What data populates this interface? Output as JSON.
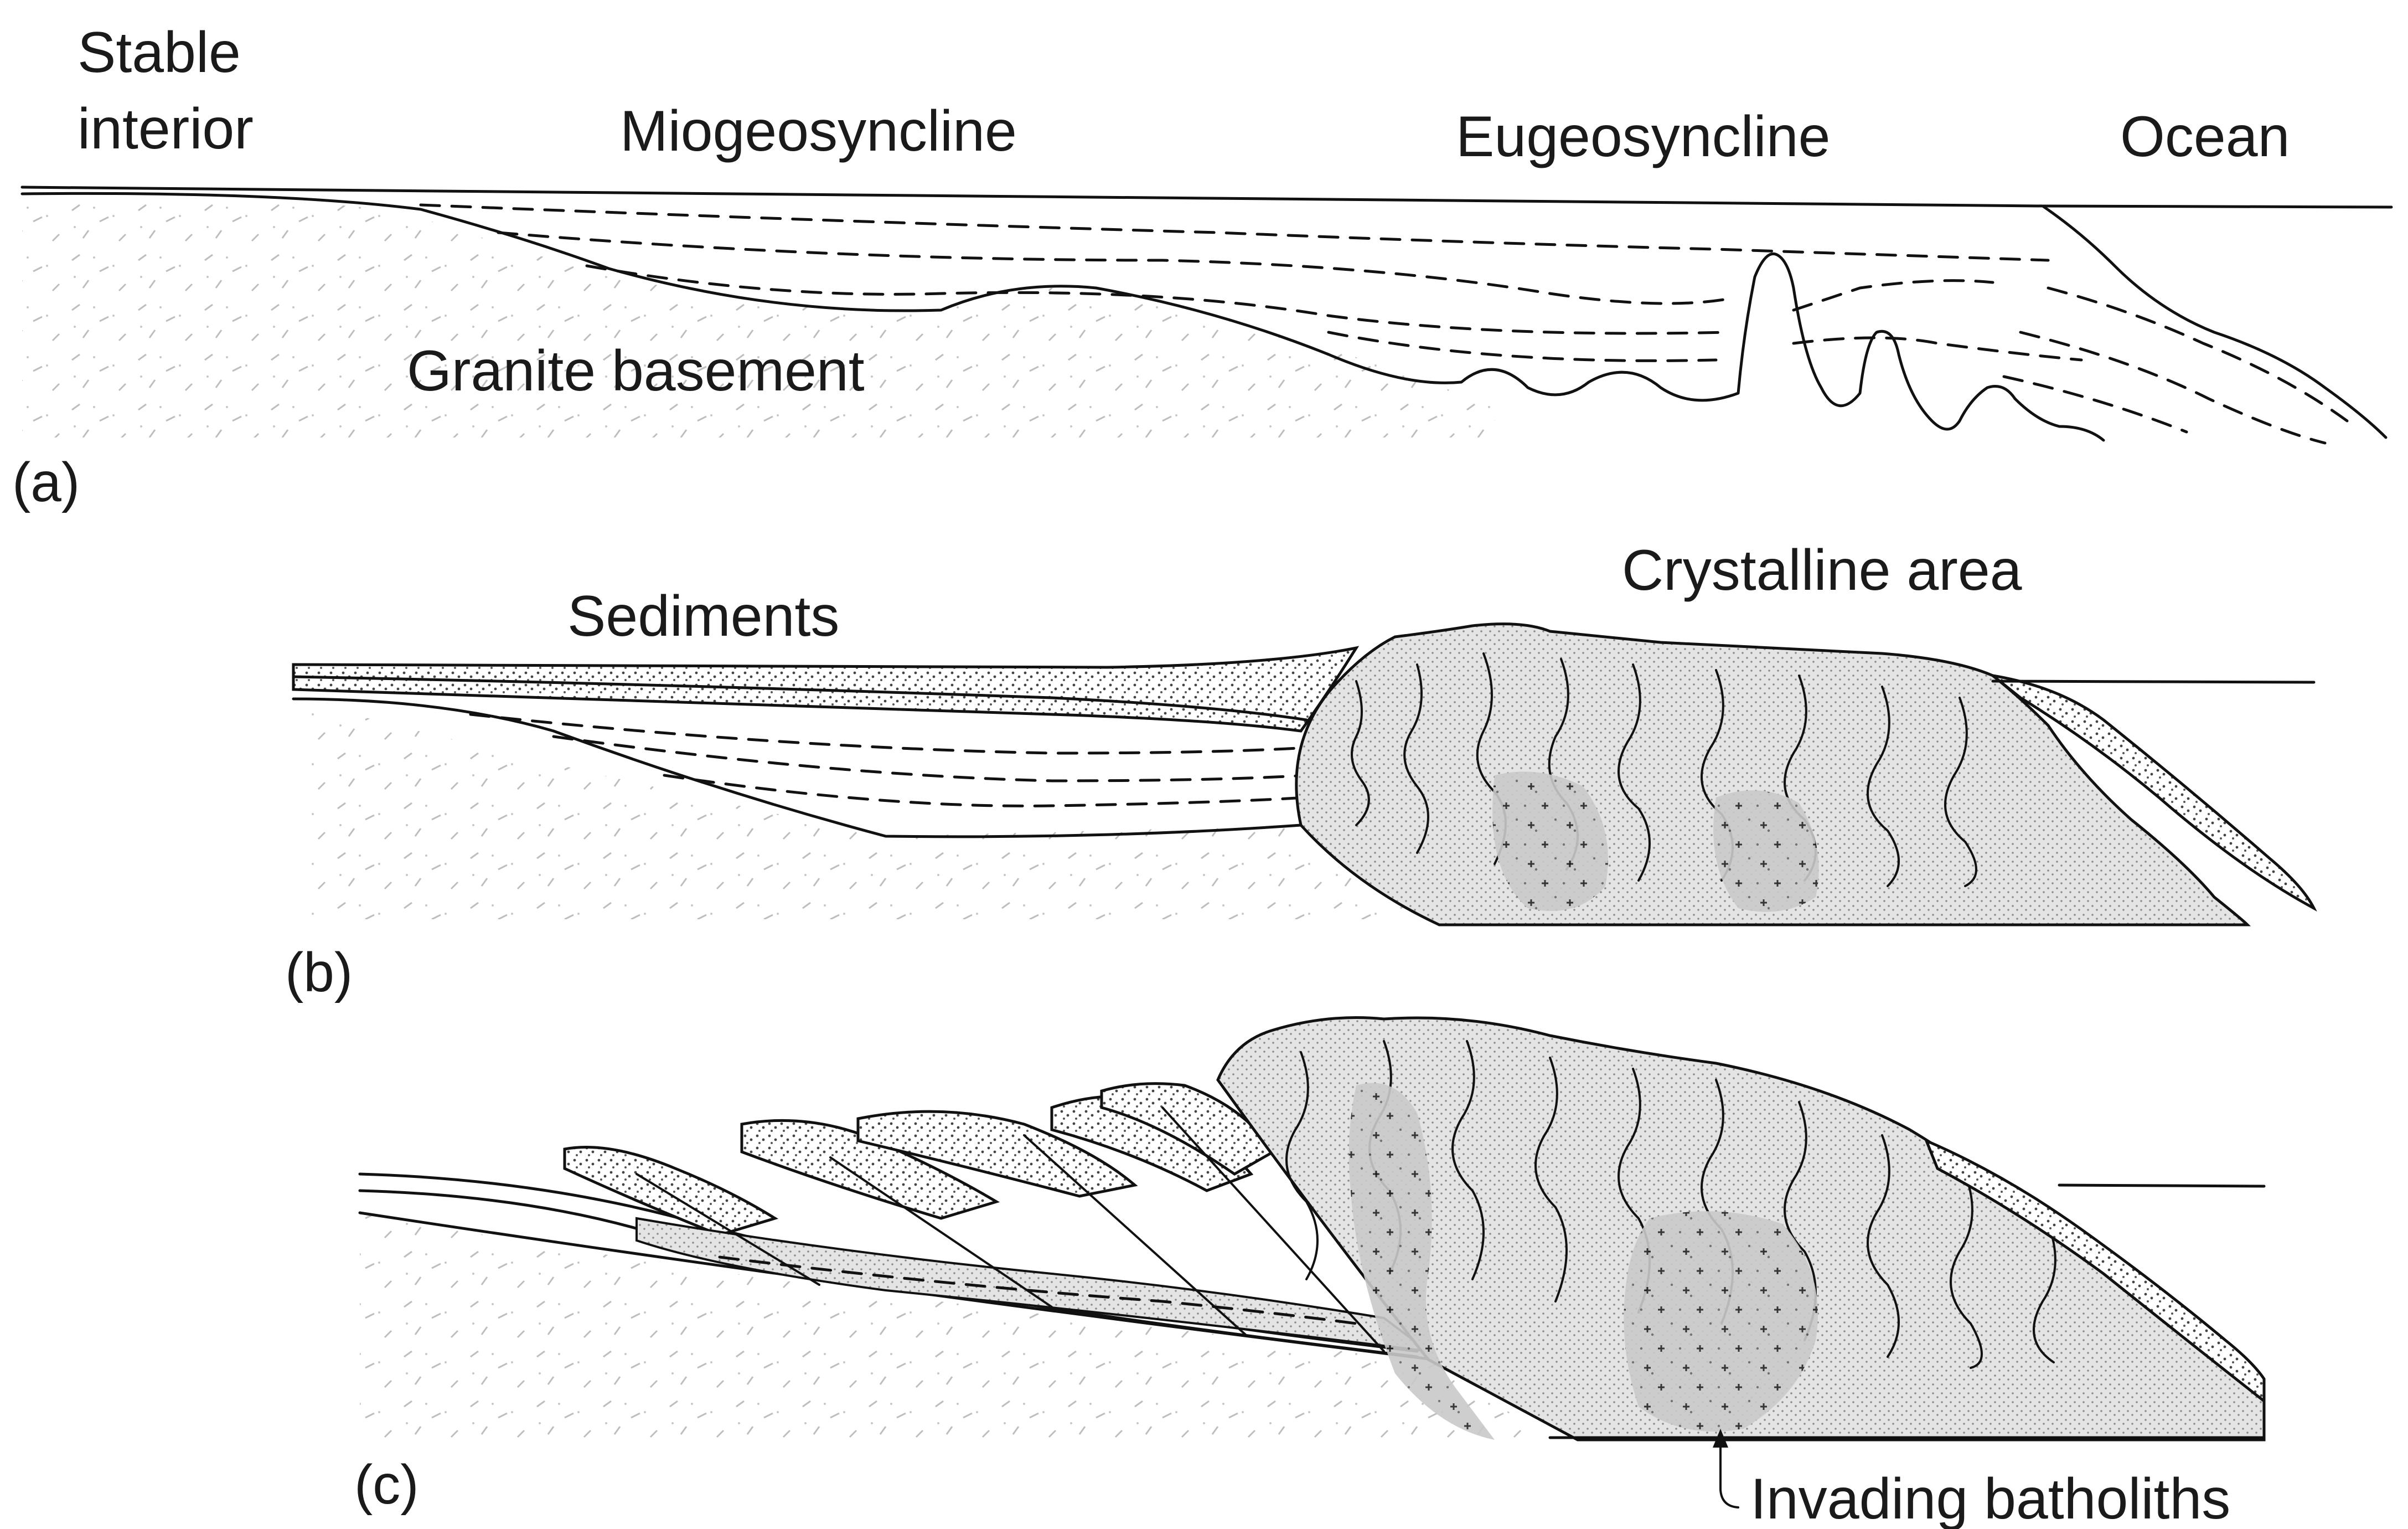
{
  "panel_a": {
    "label": "(a)",
    "stable_interior_line1": "Stable",
    "stable_interior_line2": "interior",
    "miogeosyncline": "Miogeosyncline",
    "eugeosyncline": "Eugeosyncline",
    "ocean": "Ocean",
    "granite_basement": "Granite basement"
  },
  "panel_b": {
    "label": "(b)",
    "sediments": "Sediments",
    "crystalline_area": "Crystalline area"
  },
  "panel_c": {
    "label": "(c)",
    "invading_batholiths": "Invading batholiths"
  }
}
